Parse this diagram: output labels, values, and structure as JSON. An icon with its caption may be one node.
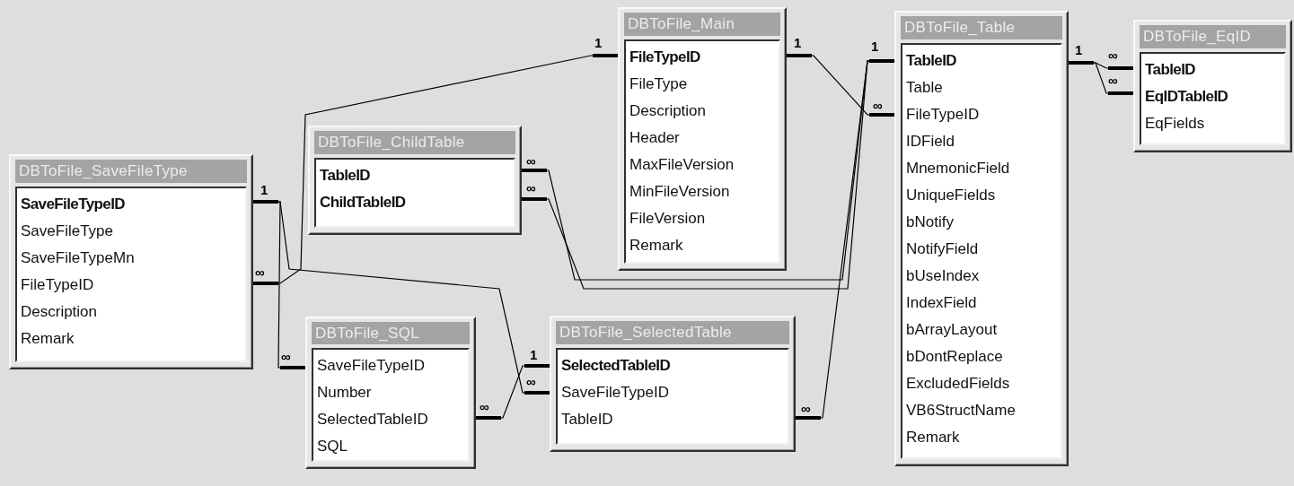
{
  "diagram": {
    "nodes": [
      {
        "text": [
          "DBToFile_Main",
          "**FileTypeID**",
          "FileType",
          "Description",
          "Header",
          "MaxFileVersion",
          "MinFileVersion",
          "FileVersion",
          "Remark"
        ]
      },
      {
        "text": [
          "DBToFile_Table",
          "**TableID**",
          "Table",
          "FileTypeID",
          "IDField",
          "MnemonicField",
          "UniqueFields",
          "bNotify",
          "NotifyField",
          "bUseIndex",
          "IndexField",
          "bArrayLayout",
          "bDontReplace",
          "ExcludedFields",
          "VB6StructName",
          "Remark"
        ]
      },
      {
        "text": [
          "DBToFile_EqID",
          "**TableID**",
          "**EqIDTableID**",
          "EqFields"
        ]
      },
      {
        "text": [
          "DBToFile_ChildTable",
          "**TableID**",
          "**ChildTableID**"
        ]
      },
      {
        "text": [
          "DBToFile_SaveFileType",
          "**SaveFileTypeID**",
          "SaveFileType",
          "SaveFileTypeMn",
          "FileTypeID",
          "Description",
          "Remark"
        ]
      },
      {
        "text": [
          "DBToFile_SQL",
          "SaveFileTypeID",
          "Number",
          "SelectedTableID",
          "SQL"
        ]
      },
      {
        "text": [
          "DBToFile_SelectedTable",
          "**SelectedTableID**",
          "SaveFileTypeID",
          "TableID"
        ]
      }
    ],
    "edges": [
      {
        "from": 0,
        "to": 4,
        "arrow": "other"
      },
      {
        "from": 4,
        "to": 5,
        "arrow": "other"
      },
      {
        "from": 4,
        "to": 6,
        "arrow": "other"
      },
      {
        "from": 6,
        "to": 5,
        "arrow": "other"
      },
      {
        "from": 1,
        "to": 3,
        "arrow": "other"
      },
      {
        "from": 1,
        "to": 3,
        "arrow": "other"
      },
      {
        "from": 0,
        "to": 1,
        "arrow": "other"
      },
      {
        "from": 1,
        "to": 6,
        "arrow": "other"
      },
      {
        "from": 1,
        "to": 2,
        "arrow": "other"
      },
      {
        "from": 1,
        "to": 2,
        "arrow": "other"
      }
    ],
    "labels": [
      "1",
      "1",
      "1",
      "1",
      "∞",
      "∞",
      "∞",
      "∞",
      "∞",
      "1",
      "∞",
      "∞",
      "1",
      "∞",
      "∞",
      "∞"
    ]
  }
}
